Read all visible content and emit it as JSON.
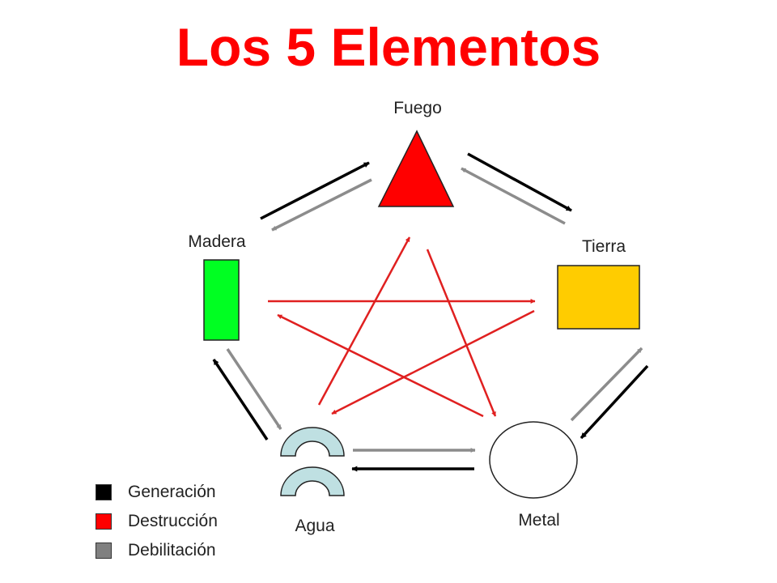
{
  "title": "Los 5 Elementos",
  "colors": {
    "title": "#ff0000",
    "generation": "#000000",
    "destruction": "#e02020",
    "weakening": "#8c8c8c",
    "fuego": "#ff0000",
    "madera": "#00ff22",
    "tierra": "#ffcc00",
    "agua": "#bfe0e2",
    "metal": "#ffffff"
  },
  "nodes": {
    "fuego": {
      "label": "Fuego",
      "shape": "triangle-icon"
    },
    "tierra": {
      "label": "Tierra",
      "shape": "square-icon"
    },
    "metal": {
      "label": "Metal",
      "shape": "circle-icon"
    },
    "agua": {
      "label": "Agua",
      "shape": "arch-icon"
    },
    "madera": {
      "label": "Madera",
      "shape": "rectangle-icon"
    }
  },
  "cycles": {
    "generation": [
      [
        "madera",
        "fuego"
      ],
      [
        "fuego",
        "tierra"
      ],
      [
        "tierra",
        "metal"
      ],
      [
        "metal",
        "agua"
      ],
      [
        "agua",
        "madera"
      ]
    ],
    "weakening": [
      [
        "fuego",
        "madera"
      ],
      [
        "tierra",
        "fuego"
      ],
      [
        "metal",
        "tierra"
      ],
      [
        "agua",
        "metal"
      ],
      [
        "madera",
        "agua"
      ]
    ],
    "destruction": [
      [
        "madera",
        "tierra"
      ],
      [
        "tierra",
        "agua"
      ],
      [
        "agua",
        "fuego"
      ],
      [
        "fuego",
        "metal"
      ],
      [
        "metal",
        "madera"
      ]
    ]
  },
  "legend": [
    {
      "key": "generation",
      "label": "Generación"
    },
    {
      "key": "destruction",
      "label": "Destrucción"
    },
    {
      "key": "weakening",
      "label": "Debilitación"
    }
  ]
}
